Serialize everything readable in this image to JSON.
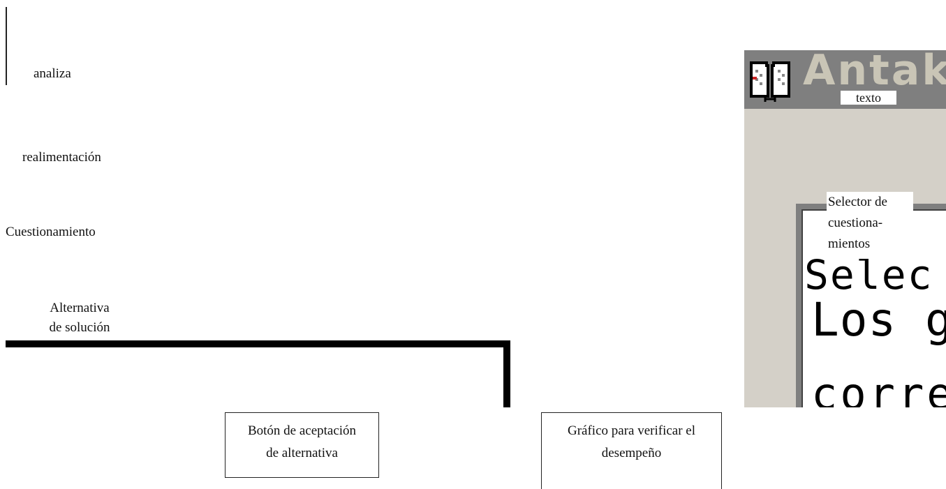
{
  "labels": {
    "analiza": "analiza",
    "realimentacion": "realimentación",
    "cuestionamiento": "Cuestionamiento",
    "alternativa_line1": "Alternativa",
    "alternativa_line2": "de solución"
  },
  "boxes": {
    "boton_line1": "Botón de aceptación",
    "boton_line2": "de alternativa",
    "grafico_line1": "Gráfico para verificar el",
    "grafico_line2": "desempeño"
  },
  "app": {
    "title": "Antaki",
    "icon": "open-book-icon",
    "texto_label": "texto",
    "selector_line1": "Selector de",
    "selector_line2": "cuestiona-",
    "selector_line3": "mientos",
    "content_line1": "Selec",
    "content_line2": "Los g",
    "content_line3": "corre",
    "colors": {
      "titlebar": "#7f7f7f",
      "background": "#d4d0c8",
      "title_text": "#c9c5b6"
    }
  }
}
